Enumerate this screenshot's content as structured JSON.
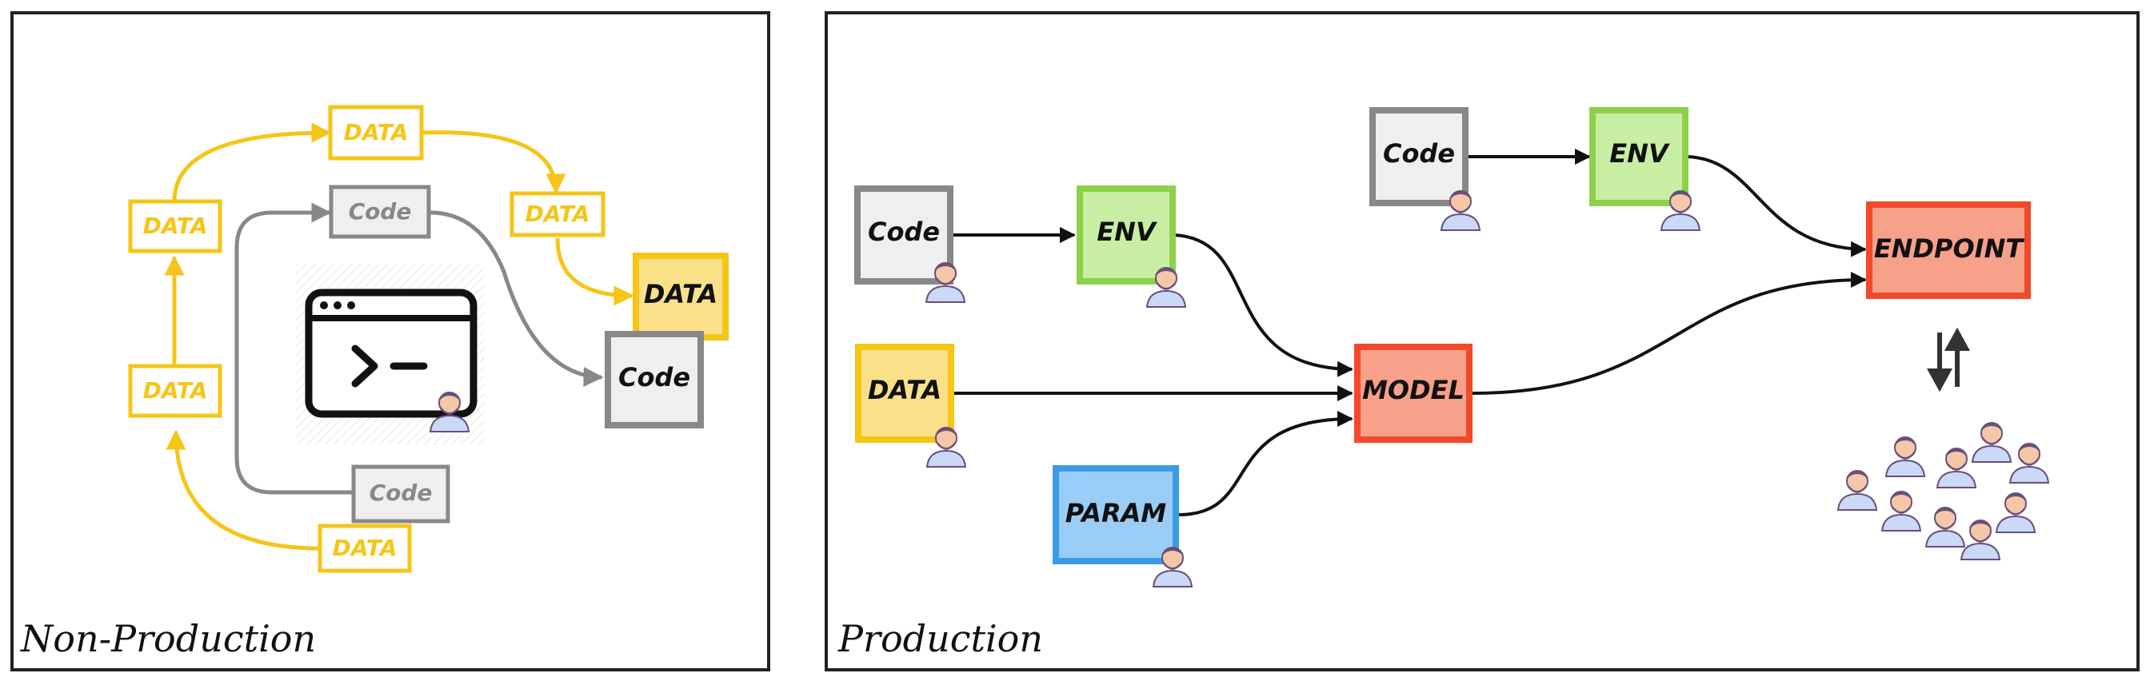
{
  "panels": {
    "non_production": {
      "title": "Non-Production"
    },
    "production": {
      "title": "Production"
    }
  },
  "labels": {
    "data": "DATA",
    "code": "Code",
    "env": "ENV",
    "model": "MODEL",
    "param": "PARAM",
    "endpoint": "ENDPOINT"
  },
  "colors": {
    "yellow": "#f5c518",
    "yellow_fill": "#fbe08a",
    "gray": "#888888",
    "gray_fill": "#efefef",
    "green": "#8dd14a",
    "green_fill": "#c8eea4",
    "red": "#f04a2a",
    "red_fill": "#f7a08a",
    "blue": "#3a9be8",
    "blue_fill": "#99cdf6"
  },
  "icons": [
    "terminal-icon",
    "person-icon",
    "group-icon",
    "swap-arrows-icon"
  ]
}
